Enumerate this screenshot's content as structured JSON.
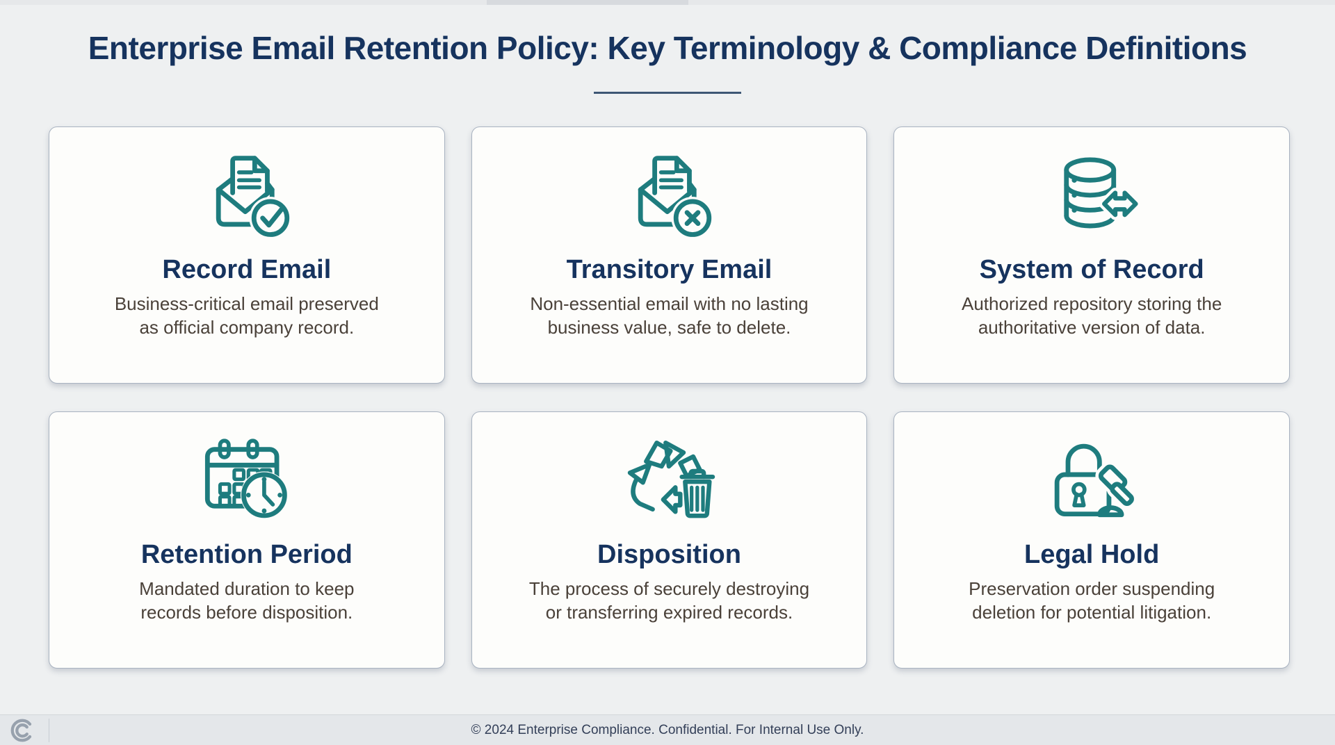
{
  "page": {
    "title": "Enterprise Email Retention Policy: Key Terminology & Compliance Definitions",
    "footer": "© 2024 Enterprise Compliance. Confidential. For Internal Use Only."
  },
  "colors": {
    "teal_icon": "#1E7C7E",
    "navy_heading": "#16335E",
    "body_text": "#4A4139",
    "page_bg": "#EEF0F1",
    "card_bg": "#FDFDFB",
    "card_border": "#A9B3C1",
    "footer_bg": "#E4E7EA",
    "underline": "#3E5674",
    "logo_gray": "#97A1AD"
  },
  "cards": [
    {
      "icon": "mail-document-check-icon",
      "title": "Record Email",
      "description": "Business-critical email preserved\nas official company record."
    },
    {
      "icon": "mail-document-x-icon",
      "title": "Transitory Email",
      "description": "Non-essential email with no lasting\nbusiness value, safe to delete."
    },
    {
      "icon": "database-transfer-icon",
      "title": "System of Record",
      "description": "Authorized repository storing the\nauthoritative version of data."
    },
    {
      "icon": "calendar-clock-icon",
      "title": "Retention Period",
      "description": "Mandated duration to keep\nrecords before disposition."
    },
    {
      "icon": "recycle-trash-icon",
      "title": "Disposition",
      "description": "The process of securely destroying\nor transferring expired records."
    },
    {
      "icon": "lock-gavel-icon",
      "title": "Legal Hold",
      "description": "Preservation order suspending\ndeletion for potential litigation."
    }
  ],
  "logo": {
    "name": "compliance-logo"
  }
}
